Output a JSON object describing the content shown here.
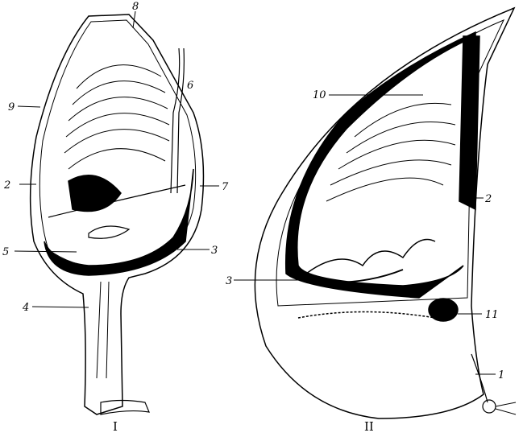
{
  "figure_I": {
    "numeral": "I",
    "labels": {
      "l8": "8",
      "l6": "6",
      "l9": "9",
      "l2": "2",
      "l7": "7",
      "l5": "5",
      "l3": "3",
      "l4": "4"
    }
  },
  "figure_II": {
    "numeral": "II",
    "labels": {
      "l10": "10",
      "l2": "2",
      "l3": "3",
      "l11": "11",
      "l1": "1"
    }
  },
  "colors": {
    "ink": "#000000",
    "paper": "#ffffff"
  }
}
